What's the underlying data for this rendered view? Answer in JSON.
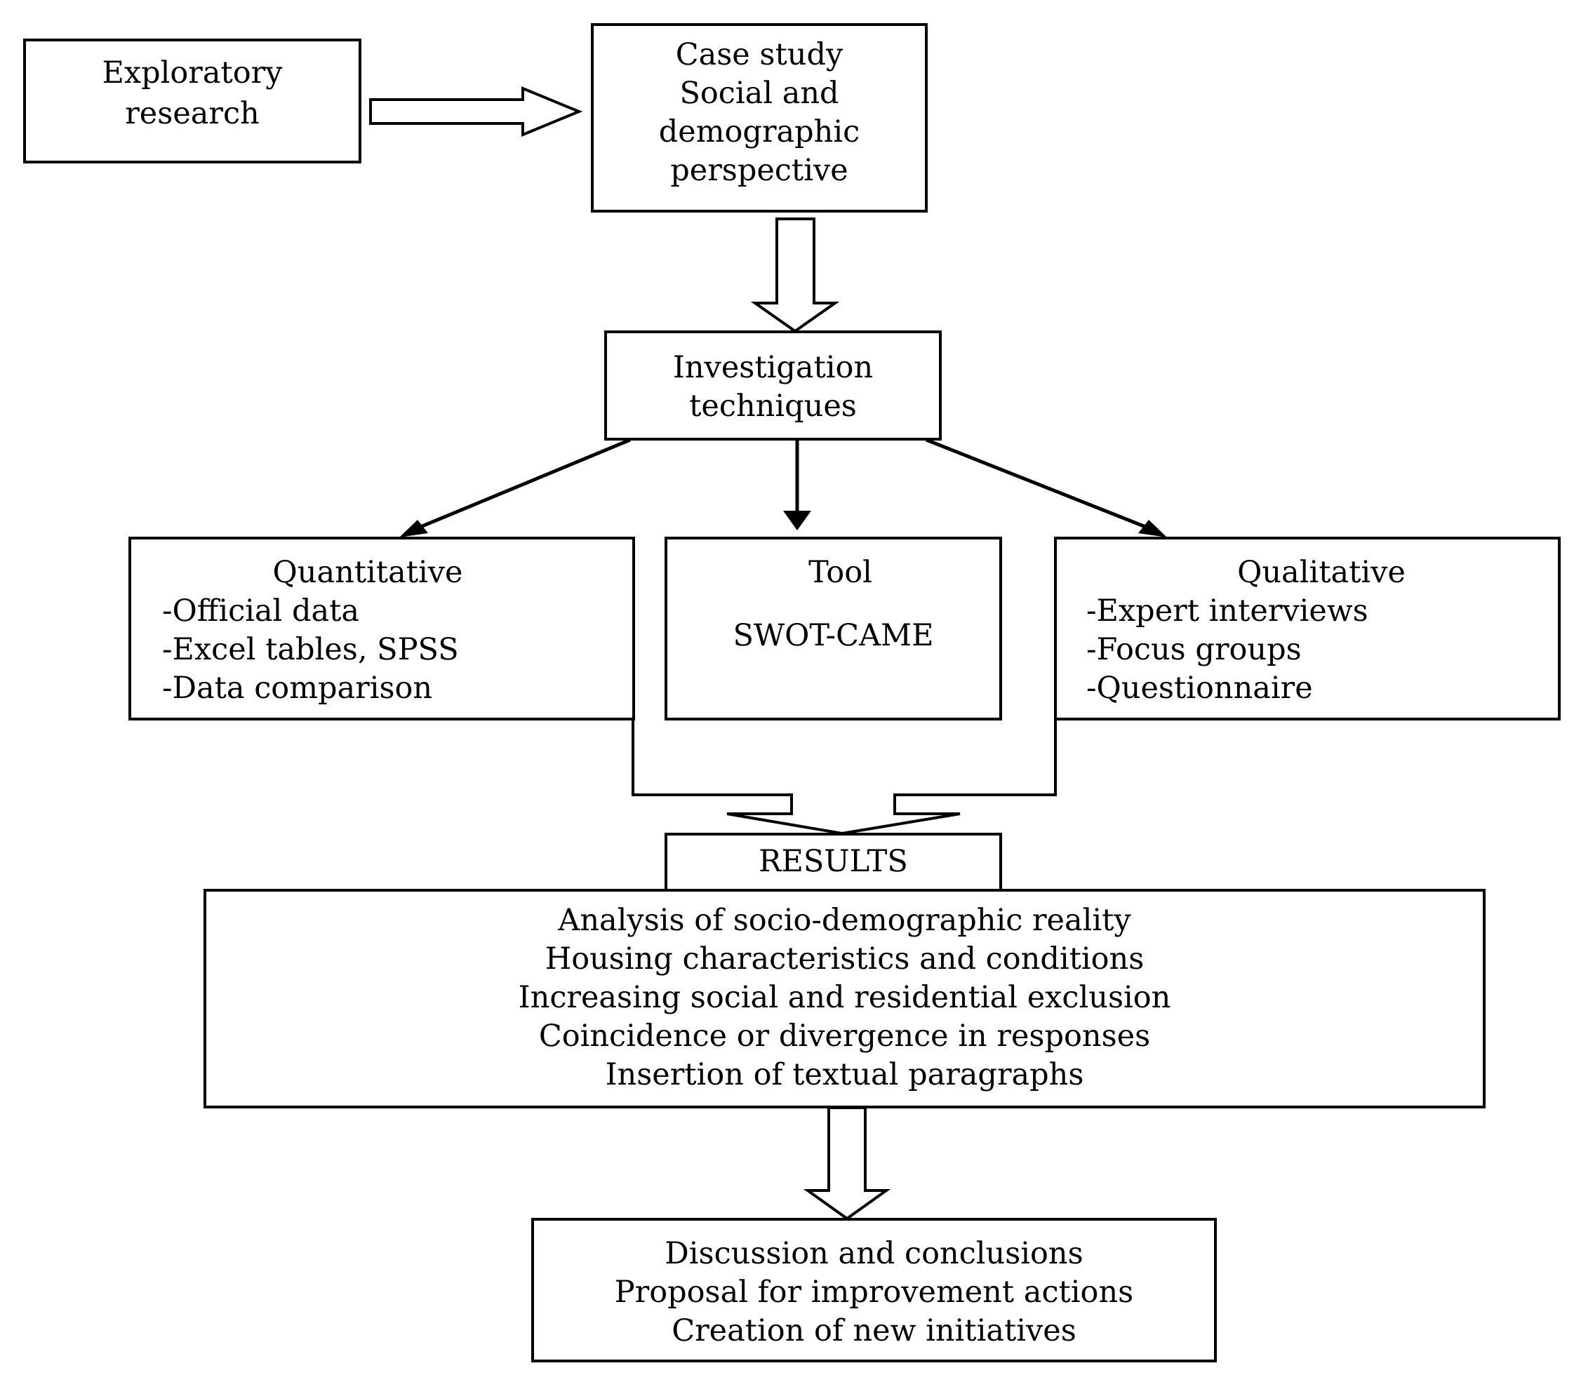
{
  "colors": {
    "stroke": "#000000",
    "background": "#ffffff",
    "text": "#000000"
  },
  "diagram": {
    "exploratory": {
      "lines": [
        "Exploratory",
        "research"
      ]
    },
    "case_study": {
      "lines": [
        "Case study",
        "Social and",
        "demographic",
        "perspective"
      ]
    },
    "investigation": {
      "lines": [
        "Investigation",
        "techniques"
      ]
    },
    "quantitative": {
      "title": "Quantitative",
      "items": [
        "-Official data",
        "-Excel tables, SPSS",
        "-Data comparison"
      ]
    },
    "tool": {
      "title": "Tool",
      "name": "SWOT-CAME"
    },
    "qualitative": {
      "title": "Qualitative",
      "items": [
        "-Expert interviews",
        "-Focus groups",
        "-Questionnaire"
      ]
    },
    "results": {
      "label": "RESULTS",
      "lines": [
        "Analysis of socio-demographic reality",
        "Housing characteristics and conditions",
        "Increasing social and residential exclusion",
        "Coincidence or divergence in responses",
        "Insertion of textual paragraphs"
      ]
    },
    "discussion": {
      "lines": [
        "Discussion and conclusions",
        "Proposal for improvement actions",
        "Creation of new initiatives"
      ]
    }
  }
}
